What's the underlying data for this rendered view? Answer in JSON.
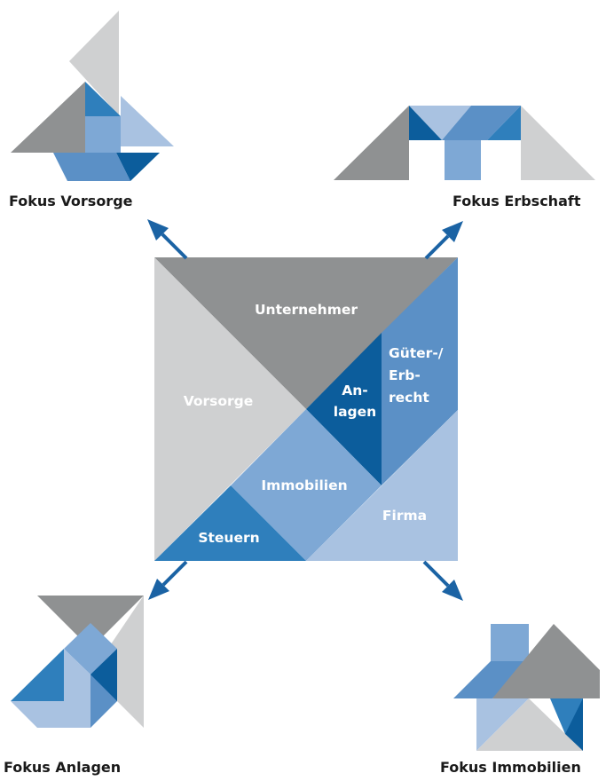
{
  "colors": {
    "dark_gray": "#8f9192",
    "light_gray": "#cfd0d1",
    "navy": "#0c5d9c",
    "mid_blue": "#2f7fbc",
    "steel_blue": "#5b90c6",
    "light_blue": "#7ea8d5",
    "pale_blue": "#a9c2e1",
    "arrow": "#1b63a4",
    "label_light": "#ffffff",
    "label_dark": "#1a1a1a"
  },
  "pieces": {
    "unternehmer": "Unternehmer",
    "vorsorge": "Vorsorge",
    "anlagen_line1": "An-",
    "anlagen_line2": "lagen",
    "gueter_line1": "Güter-/",
    "gueter_line2": "Erb-",
    "gueter_line3": "recht",
    "immobilien": "Immobilien",
    "firma": "Firma",
    "steuern": "Steuern"
  },
  "focus": {
    "vorsorge": "Fokus Vorsorge",
    "erbschaft": "Fokus Erbschaft",
    "anlagen": "Fokus Anlagen",
    "immobilien": "Fokus Immobilien"
  }
}
